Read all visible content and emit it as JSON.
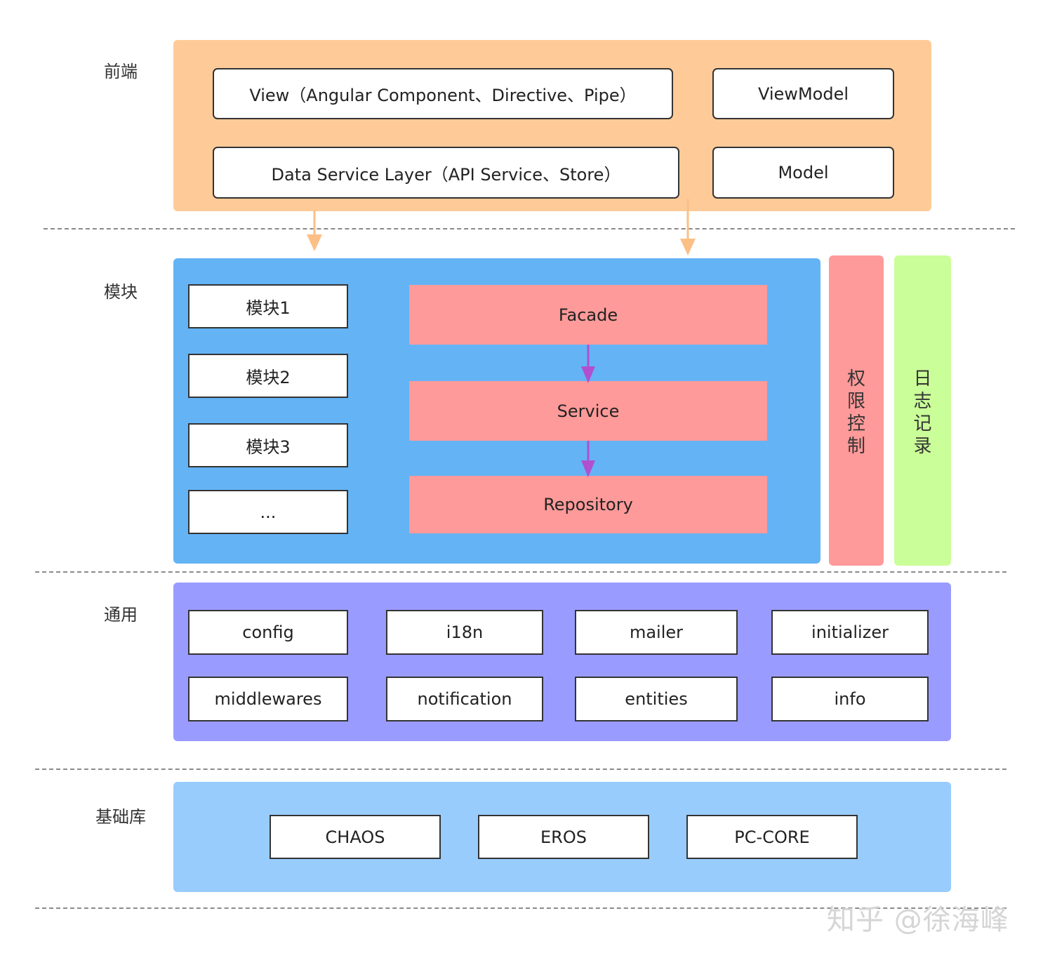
{
  "layers": {
    "frontend": "前端",
    "module": "模块",
    "common": "通用",
    "base": "基础库"
  },
  "frontend": {
    "view": "View（Angular Component、Directive、Pipe）",
    "viewmodel": "ViewModel",
    "data_service": "Data Service Layer（API Service、Store）",
    "model": "Model"
  },
  "module": {
    "modules": [
      "模块1",
      "模块2",
      "模块3",
      "..."
    ],
    "facade": "Facade",
    "service": "Service",
    "repository": "Repository"
  },
  "side": {
    "permission": "权限控制",
    "logging": "日志记录"
  },
  "common": {
    "items": [
      "config",
      "i18n",
      "mailer",
      "initializer",
      "middlewares",
      "notification",
      "entities",
      "info"
    ]
  },
  "base": {
    "items": [
      "CHAOS",
      "EROS",
      "PC-CORE"
    ]
  },
  "watermark": "知乎 @徐海峰",
  "colors": {
    "frontend_panel": "#fecb98",
    "module_panel": "#64b3f5",
    "common_panel": "#9a9bfe",
    "base_panel": "#98ccfd",
    "layer_box": "#fe9a99",
    "permission_bar": "#fe9a99",
    "logging_bar": "#cafe98",
    "arrow_orange": "#fcbf86",
    "arrow_purple": "#b050d0"
  }
}
